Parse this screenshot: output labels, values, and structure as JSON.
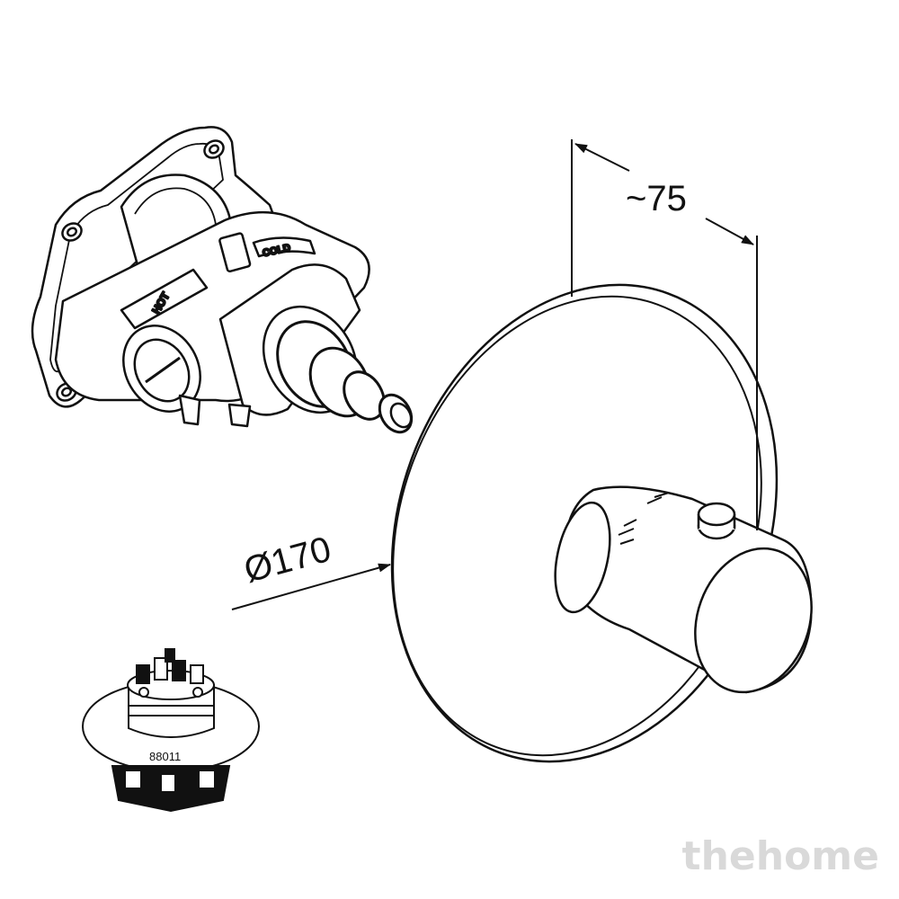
{
  "dimensions": {
    "depth": "~75",
    "diameter": "Ø170"
  },
  "valve_body": {
    "hot_label": "HOT",
    "cold_label": "COLD"
  },
  "cartridge": {
    "part_number": "88011"
  },
  "watermark": "thehome"
}
